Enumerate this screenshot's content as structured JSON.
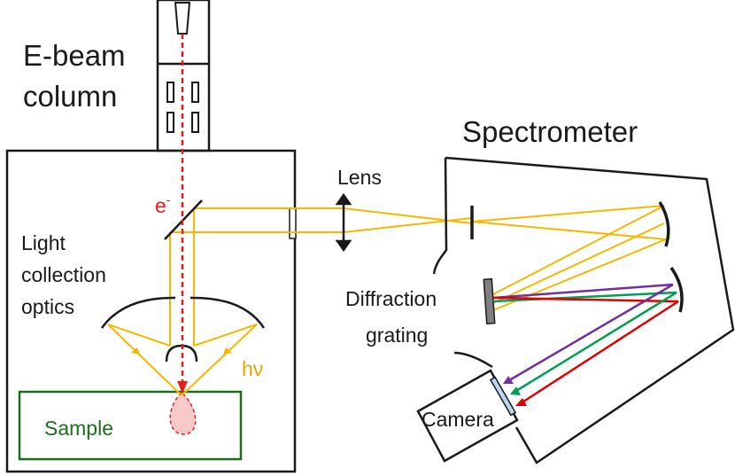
{
  "labels": {
    "ebeam_line1": "E-beam",
    "ebeam_line2": "column",
    "spectrometer": "Spectrometer",
    "lens": "Lens",
    "electron": "e",
    "electron_sup": "-",
    "light_line1": "Light",
    "light_line2": "collection",
    "light_line3": "optics",
    "diffraction_line1": "Diffraction",
    "diffraction_line2": "grating",
    "hv": "hν",
    "sample": "Sample",
    "camera": "Camera"
  },
  "colors": {
    "outline": "#1a1a1a",
    "electron_beam": "#e11d1d",
    "light_ray": "#f5b800",
    "sample_text": "#1f6b1f",
    "sample_box": "#1f6b1f",
    "hv_text": "#e6a800",
    "spot_fill": "#f7c9c9",
    "grating_fill": "#7f7f7f",
    "ray_purple": "#7030a0",
    "ray_green": "#00a050",
    "ray_red": "#e00000"
  }
}
